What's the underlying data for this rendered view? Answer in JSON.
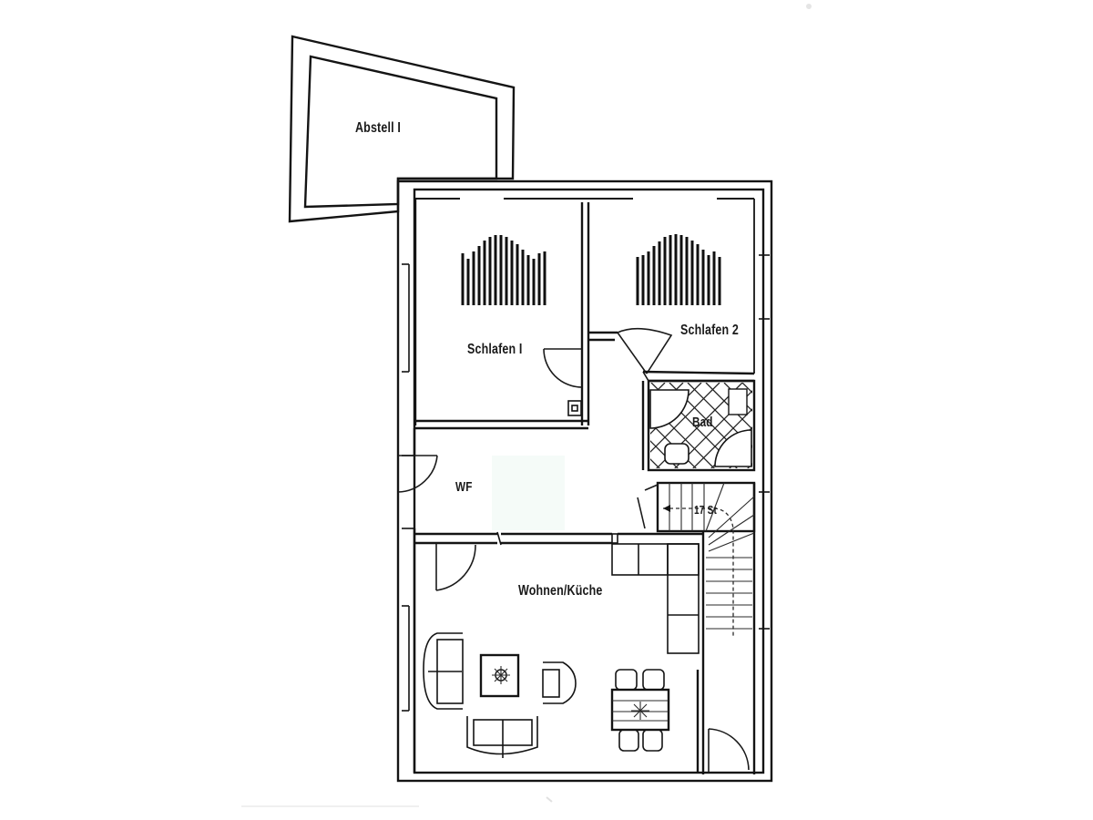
{
  "floor_plan": {
    "background_color": "#ffffff",
    "line_color": "#141414",
    "rooms": [
      {
        "id": "abstell",
        "label": "Abstell I"
      },
      {
        "id": "schlafen1",
        "label": "Schlafen I"
      },
      {
        "id": "schlafen2",
        "label": "Schlafen 2"
      },
      {
        "id": "bad",
        "label": "Bad"
      },
      {
        "id": "wf",
        "label": "WF"
      },
      {
        "id": "stair",
        "label": "17 St"
      },
      {
        "id": "wohnen",
        "label": "Wohnen/Küche"
      }
    ],
    "furniture": [
      "double-bed-schlafen1",
      "double-bed-schlafen2",
      "wardrobe-box-schlafen1",
      "bathtub-corner",
      "shower-corner",
      "toilet",
      "washbasin",
      "l-shaped-kitchen-counter",
      "sofa-left",
      "sofa-bottom",
      "armchair",
      "coffee-table-with-plant",
      "dining-table-with-4-chairs",
      "spiral-staircase"
    ]
  }
}
